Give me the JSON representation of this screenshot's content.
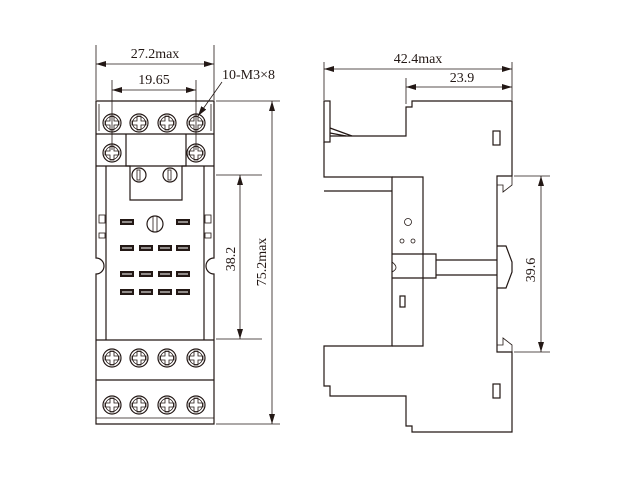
{
  "front_view": {
    "width_max": "27.2max",
    "screw_pitch": "19.65",
    "screw_spec": "10-M3×8",
    "height_max": "75.2max",
    "mount_pitch": "38.2"
  },
  "side_view": {
    "depth_max": "42.4max",
    "rail_depth": "23.9",
    "rail_height": "39.6"
  },
  "colors": {
    "line": "#231815",
    "background": "#ffffff"
  }
}
